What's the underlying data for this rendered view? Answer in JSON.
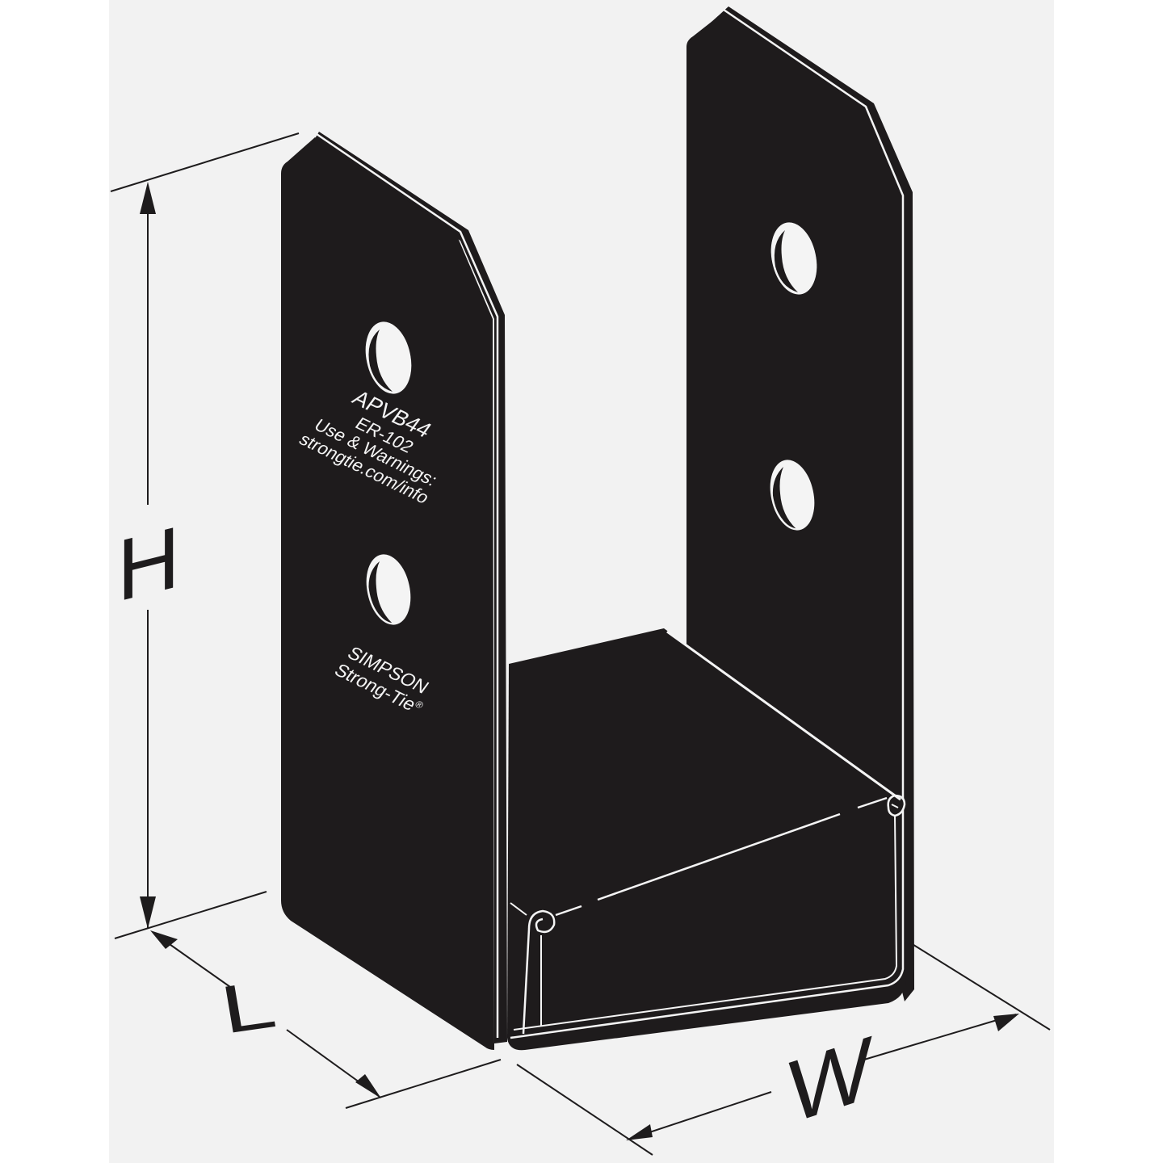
{
  "diagram": {
    "subject": "Post base bracket (U-shaped standoff)",
    "colors": {
      "page_background": "#ffffff",
      "panel_background": "#f2f2f2",
      "steel": "#1e1b1c",
      "highlight": "#f4f4f4",
      "dimension_line": "#1e1c1d"
    },
    "stamp_text": {
      "model": "APVB44",
      "code_report": "ER-102",
      "line3": "Use & Warnings:",
      "line4": "strongtie.com/info",
      "brand_line1": "SIMPSON",
      "brand_line2": "Strong-Tie",
      "registered_mark": "®"
    },
    "dimensions": {
      "height_label": "H",
      "length_label": "L",
      "width_label": "W"
    }
  }
}
